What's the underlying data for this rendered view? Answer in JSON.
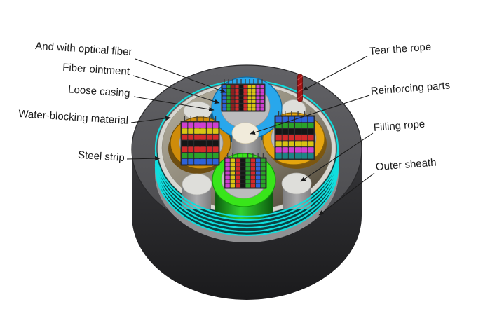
{
  "figure": {
    "type": "fiber-optic-cable-cutaway-3d-diagram",
    "background": "#ffffff"
  },
  "labels": {
    "left": [
      {
        "id": "and-with-optical-fiber",
        "text": "And with optical fiber"
      },
      {
        "id": "fiber-ointment",
        "text": "Fiber ointment"
      },
      {
        "id": "loose-casing",
        "text": "Loose casing"
      },
      {
        "id": "water-blocking-material",
        "text": "Water-blocking material"
      },
      {
        "id": "steel-strip",
        "text": "Steel strip"
      }
    ],
    "right": [
      {
        "id": "tear-the-rope",
        "text": "Tear the rope"
      },
      {
        "id": "reinforcing-parts",
        "text": "Reinforcing parts"
      },
      {
        "id": "filling-rope",
        "text": "Filling rope"
      },
      {
        "id": "outer-sheath",
        "text": "Outer sheath"
      }
    ]
  },
  "colors": {
    "outer_sheath_side_dark": "#1a1a1c",
    "outer_sheath_side_light": "#37373a",
    "outer_sheath_top": "#57575a",
    "inner_ring_gray": "#909092",
    "wrap_gap_teal": "#0d4242",
    "steel_strip_cyan": "#10dede",
    "water_blocking_white": "#d8d7d1",
    "core_light": "#b5b09f",
    "core_mid": "#8f897a",
    "core_dark": "#4f4635",
    "loose_tube_blue": "#28a7ec",
    "loose_tube_blue_side": "#175880",
    "loose_tube_gold_left": "#cf8c0a",
    "loose_tube_gold_right": "#e6a50e",
    "loose_tube_gold_side": "#6e4e12",
    "loose_tube_green": "#38e51a",
    "tube_inner_gray": "#bcbcbe",
    "pillar_gray": "#9a9a9c",
    "filling_rope_white": "#dededa",
    "reinforcing_cream": "#f1ebdb",
    "tear_rope_red": "#a01313",
    "leader_line": "#1a1a1a"
  },
  "fiber_ribbons": {
    "top": {
      "orientation": "columns",
      "cross": 7,
      "strips": [
        "#2d62d8",
        "#2aa22a",
        "#8c2020",
        "#d22a2a",
        "#161616",
        "#d22a2a",
        "#d8c414",
        "#d8c414",
        "#cf3fcf",
        "#cf3fcf"
      ]
    },
    "left": {
      "orientation": "rows",
      "cross": 6,
      "strips": [
        "#cf3fcf",
        "#d8c414",
        "#d22a2a",
        "#161616",
        "#d22a2a",
        "#2aa22a",
        "#2d62d8"
      ]
    },
    "right": {
      "orientation": "rows",
      "cross": 6,
      "strips": [
        "#2d62d8",
        "#2aa22a",
        "#161616",
        "#d22a2a",
        "#d8c414",
        "#cf3fcf",
        "#1d8585"
      ]
    },
    "bottom": {
      "orientation": "columns",
      "cross": 7,
      "strips": [
        "#cf3fcf",
        "#d8c414",
        "#d22a2a",
        "#161616",
        "#2aa22a",
        "#d22a2a",
        "#2d62d8",
        "#2aa22a"
      ]
    }
  }
}
